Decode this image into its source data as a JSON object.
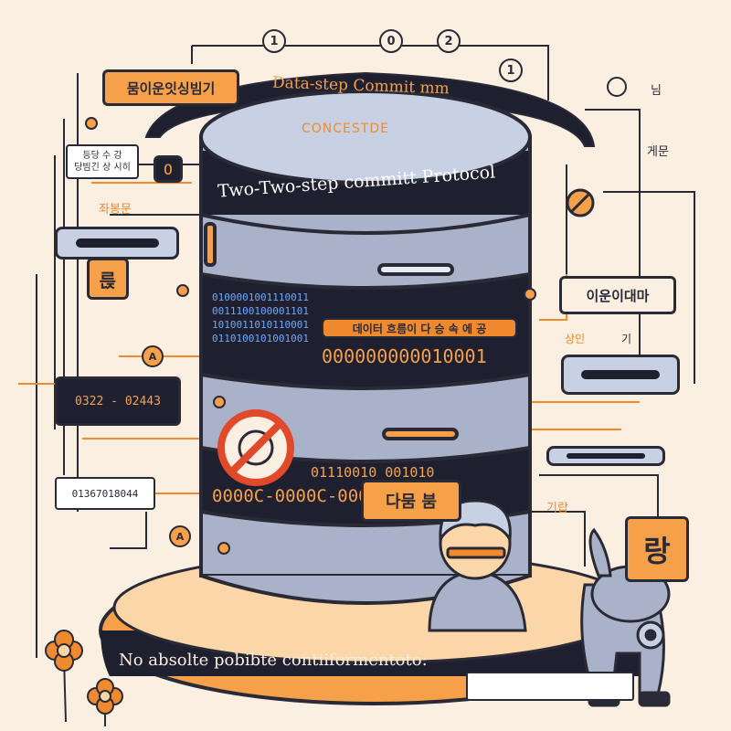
{
  "db": {
    "top_label": "CONCESTDE",
    "title": "Two-Two-step committ Protocol",
    "binary_rows": [
      "0100001001110011",
      "0011100100001101",
      "1010011010110001",
      "0110100101001001"
    ],
    "korean_banner": "데이터 흐름이 다 승 속 에 공",
    "binary_main": "000000000010001",
    "binary_bottom": "0000C-0000C-0000",
    "bottom_binary_top": "01110010 001010",
    "bottom_tag": "다뭄 붐"
  },
  "ring_label": "Data-step Commit mm",
  "platform_text": "No absolte pobibte contiiformentoto:",
  "left_labels": {
    "top_orange": "뭄이운잇싱빔기",
    "white_tag_line1": "등당 수 강",
    "white_tag_line2": "당빔긴 상 시히",
    "korean_side": "좌봉문",
    "orange_square": "륹",
    "dark_box_1": "0322 -   02443",
    "dark_box_2": "01367018044",
    "small_circle_a": "A",
    "small_circle_a2": "A",
    "small_circle_o": "O"
  },
  "right_labels": {
    "korean_top": "님",
    "korean_2": "게문",
    "orange_box": "이운이대마",
    "korean_3": "상인",
    "korean_4": "기",
    "korean_5": "기랍",
    "big_char": "랑"
  },
  "top_numbers": [
    "1",
    "0",
    "2",
    "1"
  ],
  "colors": {
    "background": "#fbefe2",
    "accent_orange": "#f6a04a",
    "dark": "#1e2030",
    "cylinder_gray": "#a9b2c8",
    "outline": "#2a2a36"
  }
}
